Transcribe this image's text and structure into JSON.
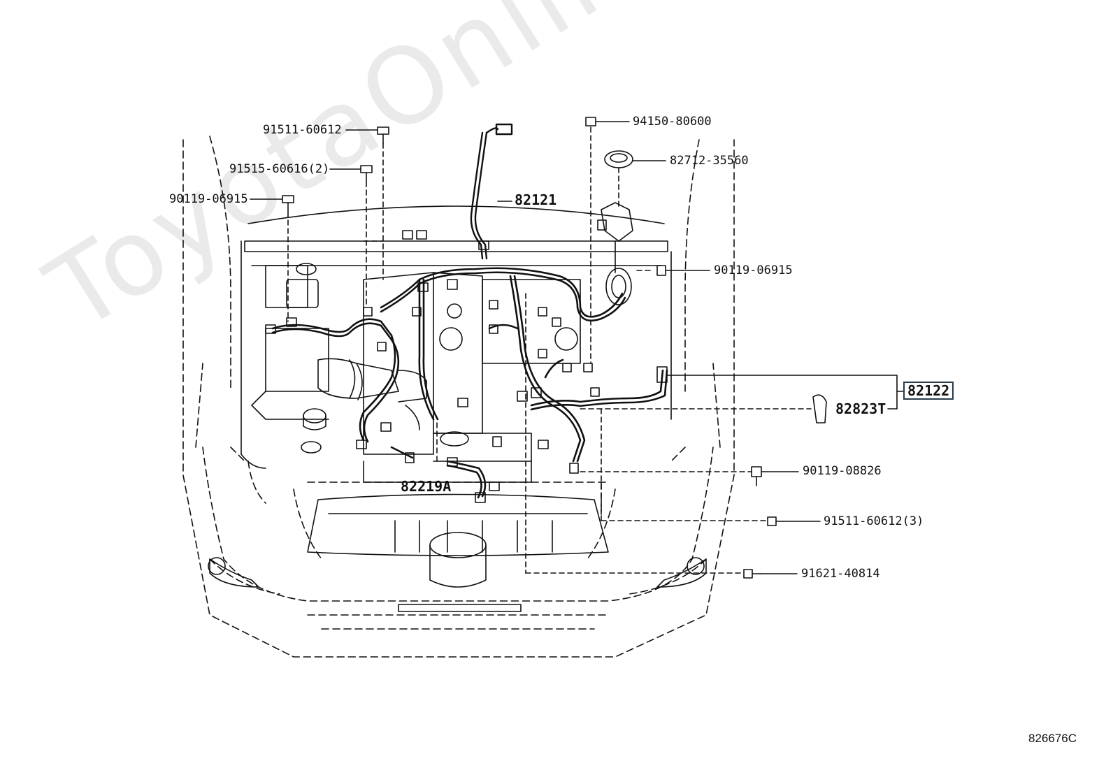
{
  "labels": {
    "p91511_60612": "91511-60612",
    "p91515_60616_2": "91515-60616(2)",
    "p90119_06915_left": "90119-06915",
    "p94150_80600": "94150-80600",
    "p82712_35560": "82712-35560",
    "p82121": "82121",
    "p90119_06915_right": "90119-06915",
    "p82122": "82122",
    "p82823T": "82823T",
    "p90119_08826": "90119-08826",
    "p82219A": "82219A",
    "p91511_60612_3": "91511-60612(3)",
    "p91621_40814": "91621-40814"
  },
  "diagram_id": "826676C",
  "watermark": "ToyotaOnline.ru",
  "colors": {
    "line": "#111111",
    "highlight_box": "#2a3c4a",
    "watermark": "#d9d9d9"
  }
}
